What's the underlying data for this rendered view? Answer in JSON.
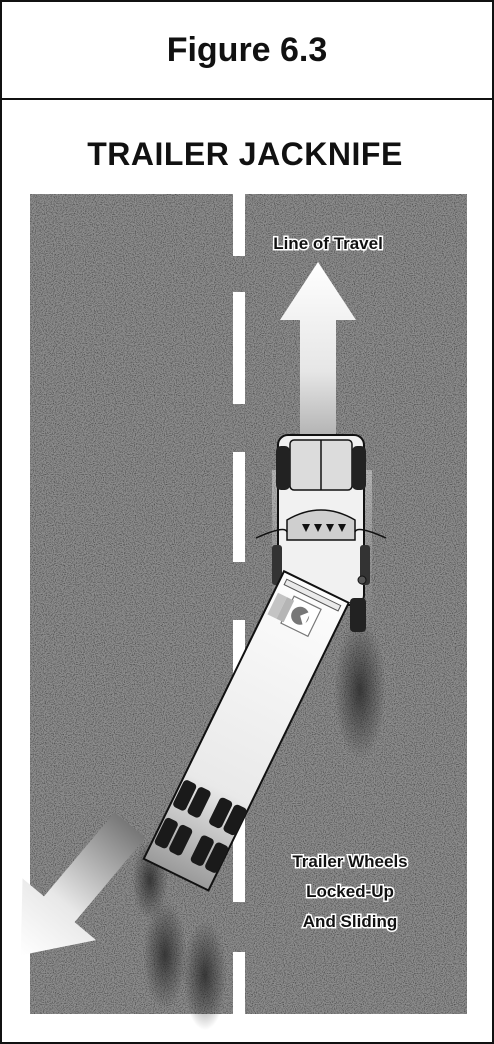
{
  "figure": {
    "caption": "Figure 6.3"
  },
  "diagram": {
    "title": "TRAILER JACKNIFE",
    "labels": {
      "line_of_travel": "Line of Travel",
      "trailer_line_1": "Trailer Wheels",
      "trailer_line_2": "Locked-Up",
      "trailer_line_3": "And Sliding"
    }
  }
}
